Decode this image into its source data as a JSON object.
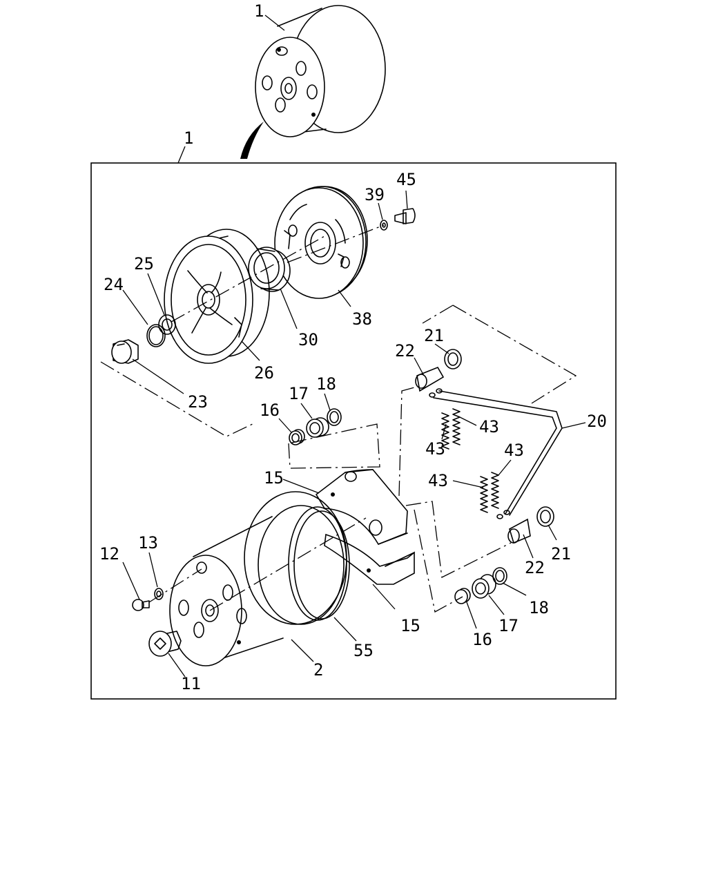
{
  "callouts": {
    "c1_top": "1",
    "c1_frame": "1",
    "c45": "45",
    "c39": "39",
    "c25": "25",
    "c24": "24",
    "c38": "38",
    "c30": "30",
    "c26": "26",
    "c23": "23",
    "c21_top": "21",
    "c22_top": "22",
    "c18_top": "18",
    "c17_top": "17",
    "c16_top": "16",
    "c20": "20",
    "c43_a": "43",
    "c43_b": "43",
    "c43_c": "43",
    "c43_d": "43",
    "c15_top": "15",
    "c15_bot": "15",
    "c12": "12",
    "c13": "13",
    "c21_bot": "21",
    "c22_bot": "22",
    "c18_bot": "18",
    "c17_bot": "17",
    "c16_bot": "16",
    "c55": "55",
    "c2": "2",
    "c11": "11"
  }
}
